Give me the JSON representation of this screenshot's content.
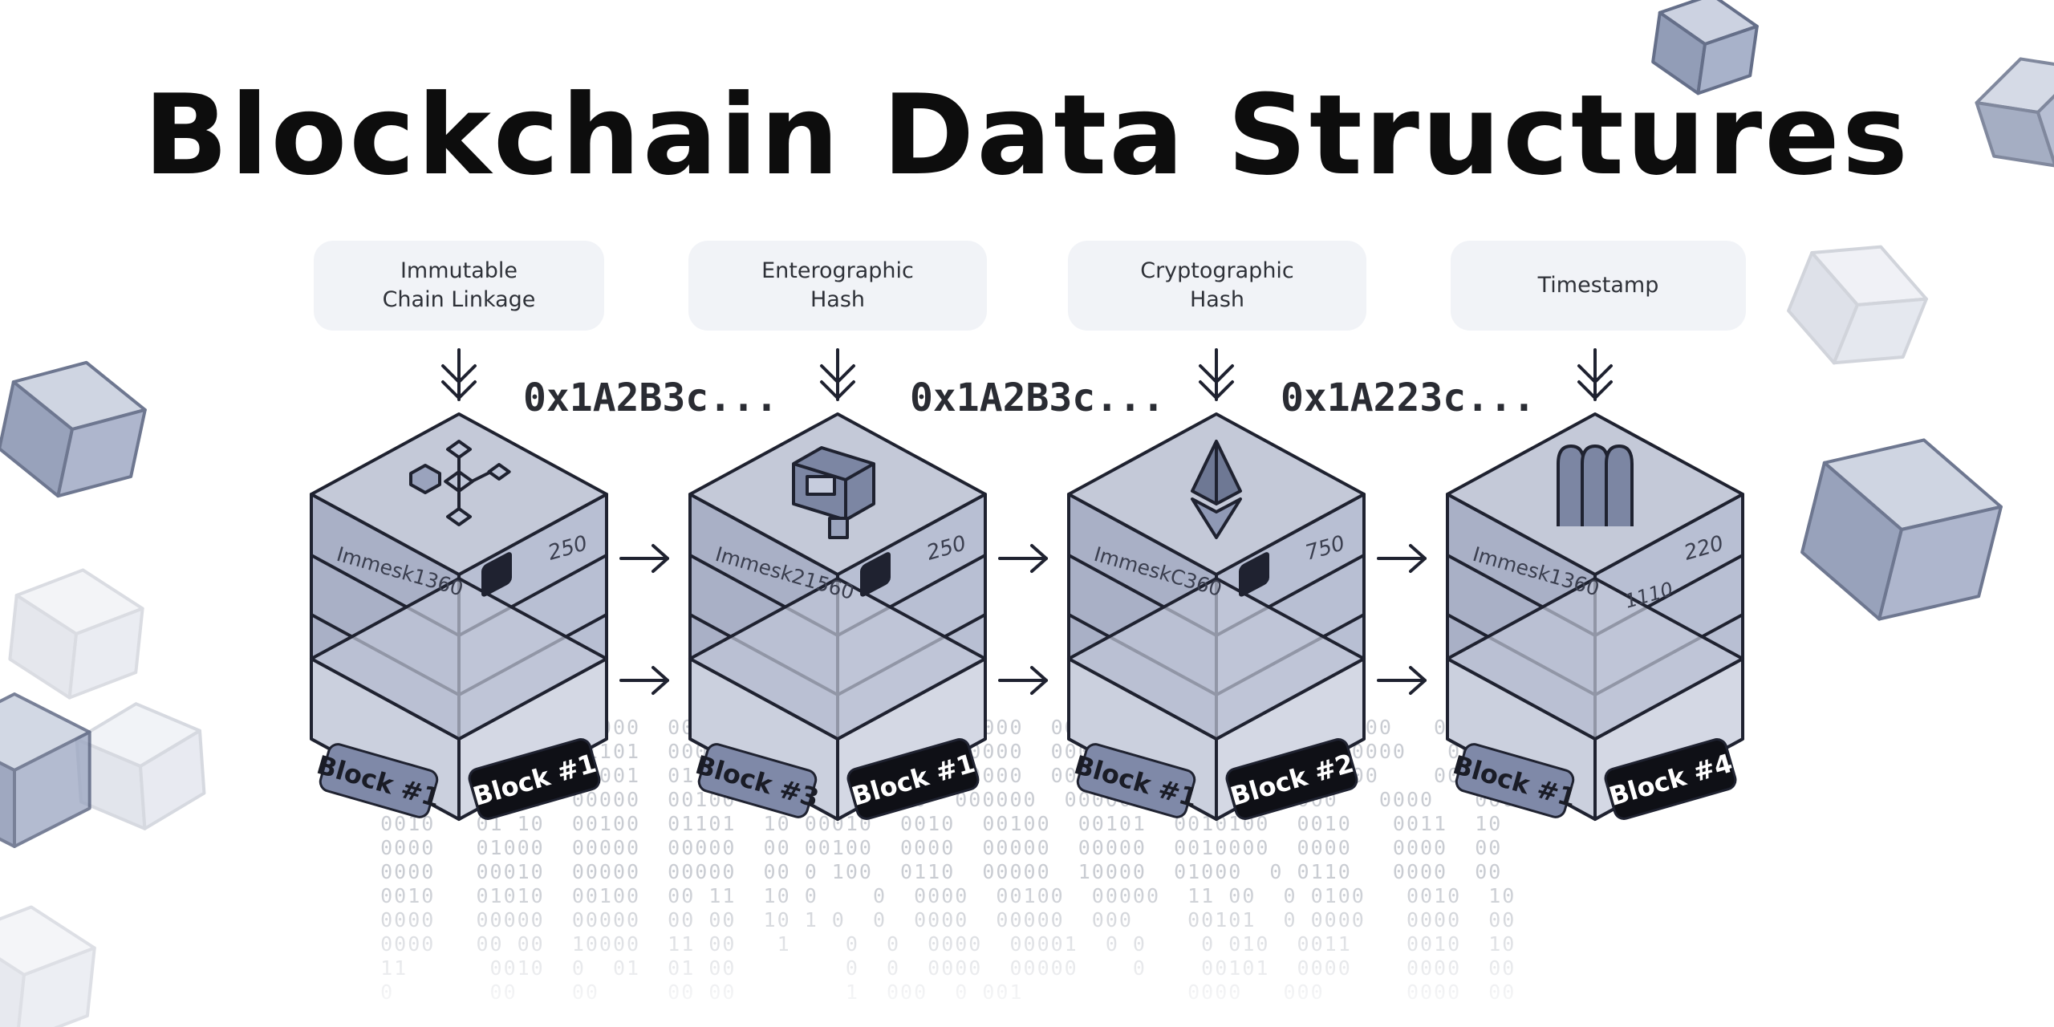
{
  "title": "Blockchain Data Structures",
  "labels": [
    "Immutable\nChain Linkage",
    "Enterographic\nHash",
    "Cryptographic\nHash",
    "Timestamp"
  ],
  "hashes": [
    "0x1A2B3c...",
    "0x1A2B3c...",
    "0x1A223c..."
  ],
  "blocks": [
    {
      "top_text": "Immesk1360",
      "num_text": "250",
      "num_text_2": "",
      "badge_left": "Block #1",
      "badge_right": "Block #1",
      "top_icon": "network-nodes-icon"
    },
    {
      "top_text": "Immesk21560",
      "num_text": "250",
      "num_text_2": "",
      "badge_left": "Block #3",
      "badge_right": "Block #1",
      "top_icon": "server-blocks-icon"
    },
    {
      "top_text": "ImmeskC360",
      "num_text": "750",
      "num_text_2": "",
      "badge_left": "Block #1",
      "badge_right": "Block #2",
      "top_icon": "ethereum-diamond-icon"
    },
    {
      "top_text": "Immesk1360",
      "num_text": "220",
      "num_text_2": "1110",
      "badge_left": "Block #1",
      "badge_right": "Block #4",
      "top_icon": "chain-links-icon"
    }
  ],
  "binary_rows": [
    "  0000   00000  01000  00000  0000   0000   00000  0000   000   00 00  00000   0000   0000  00",
    "  0000   00000  01101  00000  00000  0000   00000  0000   0000  0 0000 0 0000   0000   0000  10",
    "  0000   00000  00001  01100  00000  0000   00000  00000  0000  00101  0000    0000   0001  10",
    "  0000   00000  00000  00100  0 00000  000  000000  00000  0000000  0000   0000   0000  00",
    "  0010   01 10  00100  01101  10 00010  0010  00100  00101  0010100  0010   0011  10",
    "  0000   01000  00000  00000  00 00100  0000  00000  00000  0010000  0000   0000  00",
    "  0000   00010  00000  00000  00 0 100  0110  00000  10000  01000  0 0110   0000  00",
    "  0010   01010  00100  00 11  10 0    0  0000  00100  00000  11 00  0 0100   0010  10",
    "  0000   00000  00000  00 00  10 1 0  0  0000  00000  000    00101  0 0000   0000  00",
    "  0000   00 00  10000  11 00   1    0  0  0000  00001  0 0    0 010  0011    0010  10",
    "  11      0010  0  01  01 00        0  0  0000  00000    0    00101  0000    0000  00",
    "  0       00    00     00 00        1  000  0 001            0000   000      0000  00"
  ]
}
